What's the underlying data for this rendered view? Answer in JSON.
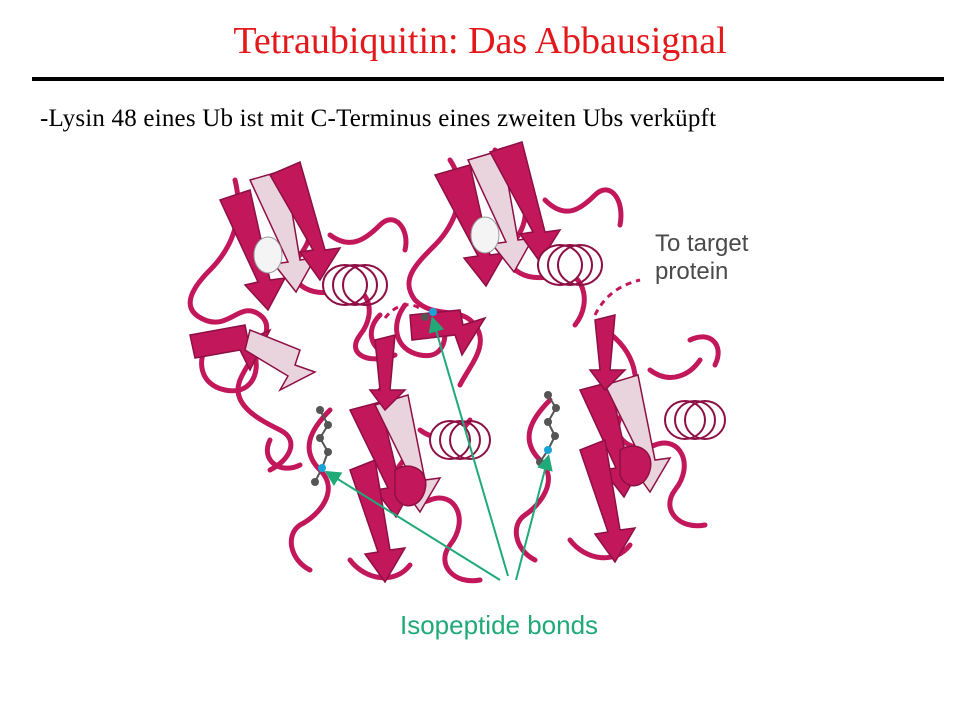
{
  "slide": {
    "title": "Tetraubiquitin: Das Abbausignal",
    "subtitle": "-Lysin 48 eines Ub ist mit C-Terminus eines zweiten Ubs verküpft"
  },
  "figure": {
    "label_target_line1": "To target",
    "label_target_line2": "protein",
    "label_bonds": "Isopeptide bonds"
  },
  "colors": {
    "title": "#e4171b",
    "ribbon": "#c2185b",
    "ribbon_dark": "#8e0f45",
    "sheet_light": "#e9d3dd",
    "annotation_green": "#1faa78",
    "atom_grey": "#555555",
    "atom_blue": "#1aa3d6"
  }
}
